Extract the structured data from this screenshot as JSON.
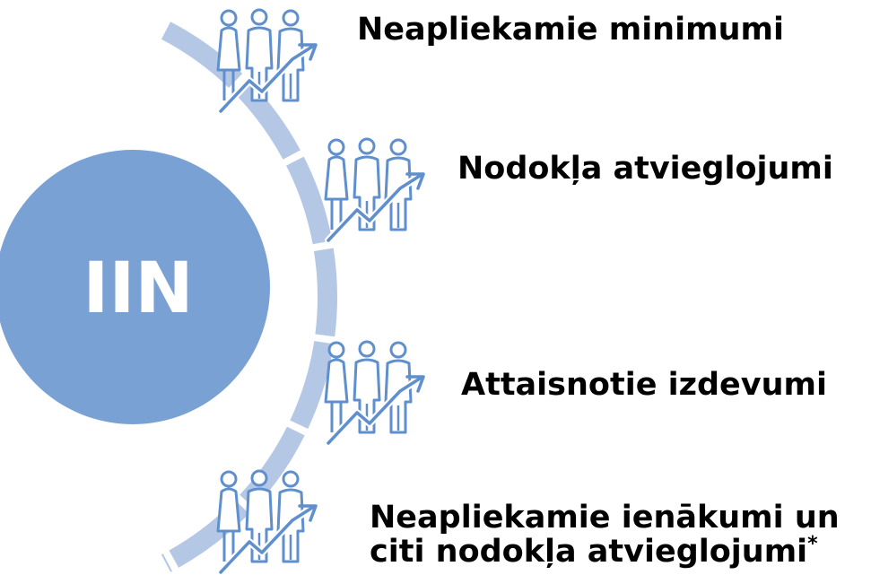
{
  "center": {
    "label": "IIN"
  },
  "items": [
    {
      "label": "Neapliekamie minimumi",
      "icon": "people-growth-icon"
    },
    {
      "label": "Nodokļa atvieglojumi",
      "icon": "people-growth-icon"
    },
    {
      "label": "Attaisnotie izdevumi",
      "icon": "people-growth-icon"
    },
    {
      "label": "Neapliekamie ienākumi un",
      "label_line2": "citi nodokļa atvieglojumi",
      "note_mark": "*",
      "icon": "people-growth-icon"
    }
  ],
  "colors": {
    "circle": "#7aa1d3",
    "arc": "#b4c8e6",
    "icon_stroke": "#5f8fcc",
    "text": "#000000"
  }
}
